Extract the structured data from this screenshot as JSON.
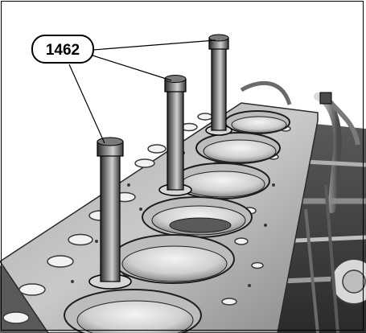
{
  "callout": {
    "label": "1462",
    "targets": [
      "bolt-1",
      "bolt-2",
      "bolt-3"
    ]
  },
  "colors": {
    "background": "#ffffff",
    "metal_light": "#e8e8e8",
    "metal_mid": "#9a9a9a",
    "metal_dark": "#3a3a3a",
    "outline": "#000000"
  }
}
